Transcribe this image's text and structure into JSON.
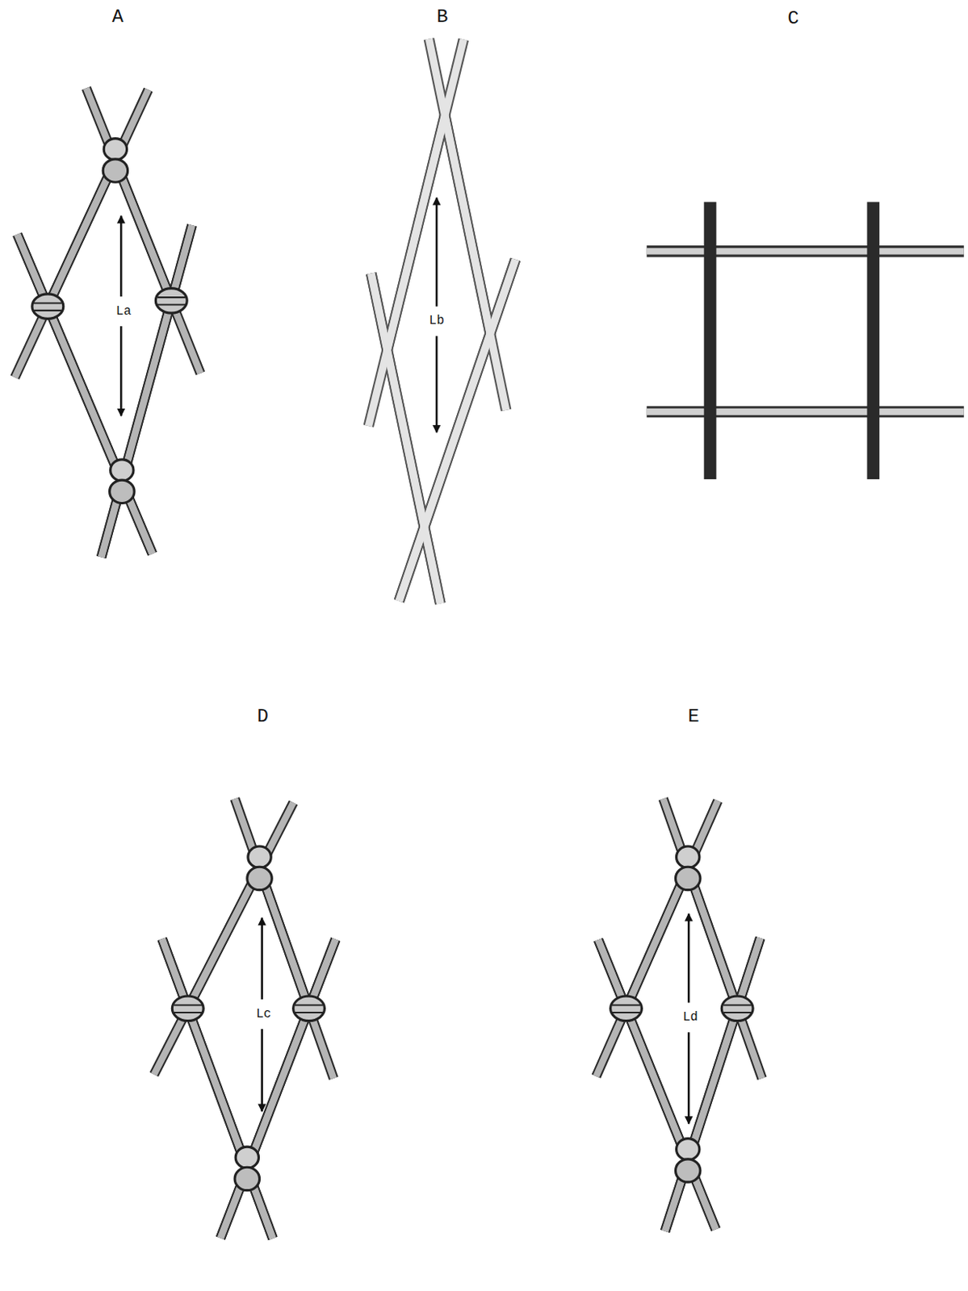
{
  "diagram": {
    "labels": [
      "A",
      "B",
      "C",
      "D",
      "E",
      "La",
      "Lb",
      "Lc",
      "Ld"
    ]
  }
}
